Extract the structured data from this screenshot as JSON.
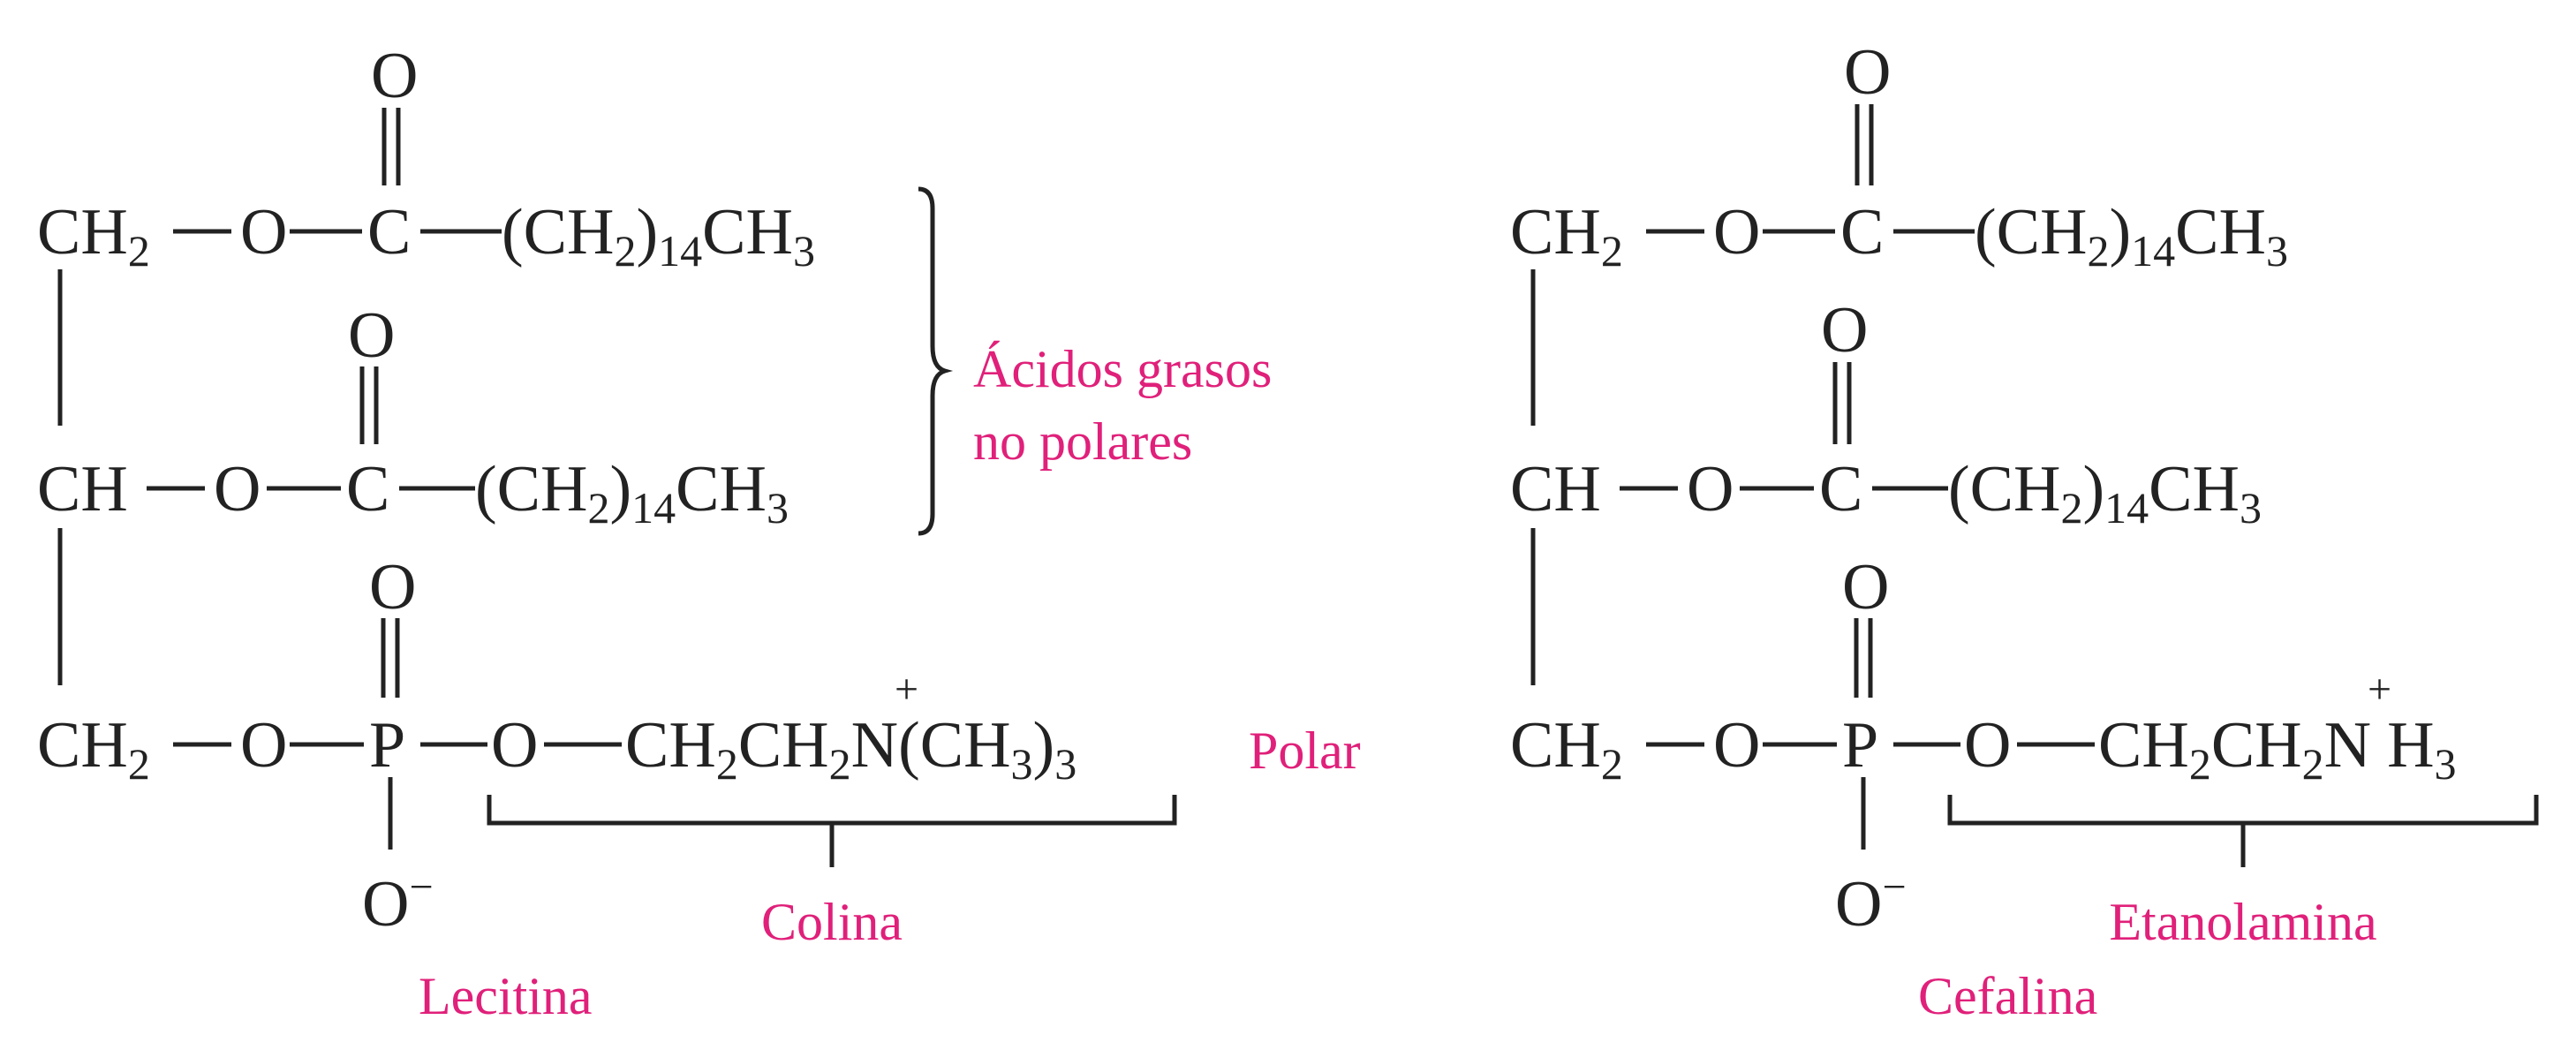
{
  "colors": {
    "ink": "#222222",
    "label": "#e0207a"
  },
  "atoms": {
    "O": "O",
    "C": "C",
    "P": "P",
    "N": "N",
    "H": "H",
    "CH": "CH",
    "CH2": "CH",
    "two": "2",
    "fourteen": "14",
    "three": "3",
    "plus": "+",
    "minus": "−",
    "open": "(",
    "close": ")"
  },
  "labels": {
    "fatty_acids_line1": "Ácidos grasos",
    "fatty_acids_line2": "no polares",
    "polar": "Polar",
    "colina": "Colina",
    "lecitina": "Lecitina",
    "etanolamina": "Etanolamina",
    "cefalina": "Cefalina"
  }
}
